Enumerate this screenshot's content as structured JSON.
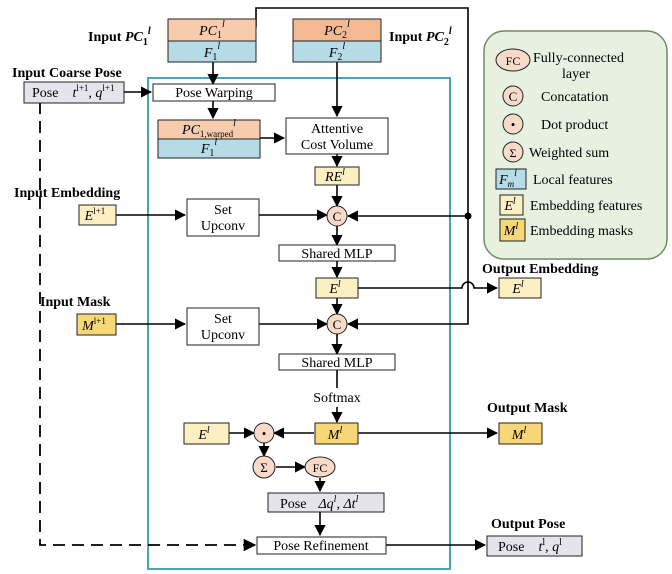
{
  "inputs": {
    "pc1": {
      "label_text": "Input ",
      "label_sym": "PC",
      "label_sub": "1",
      "label_sup": "l",
      "box_top_sym": "PC",
      "box_top_sub": "1",
      "box_top_sup": "l",
      "box_bottom_sym": "F",
      "box_bottom_sub": "1",
      "box_bottom_sup": "l"
    },
    "pc2": {
      "label_text": "Input ",
      "label_sym": "PC",
      "label_sub": "2",
      "label_sup": "l",
      "box_top_sym": "PC",
      "box_top_sub": "2",
      "box_top_sup": "l",
      "box_bottom_sym": "F",
      "box_bottom_sub": "2",
      "box_bottom_sup": "l"
    },
    "coarse_pose": {
      "label": "Input Coarse Pose",
      "box_word": "Pose",
      "t": "t",
      "q": "q",
      "sup": "l+1"
    },
    "embedding": {
      "label": "Input Embedding",
      "sym": "E",
      "sup": "l+1"
    },
    "mask": {
      "label": "Input Mask",
      "sym": "M",
      "sup": "l+1"
    }
  },
  "blocks": {
    "pose_warping": "Pose Warping",
    "warped_sym": "PC",
    "warped_sub": "1,warped",
    "warped_sup": "l",
    "warped_f_sym": "F",
    "warped_f_sub": "1",
    "warped_f_sup": "l",
    "cost_volume_line1": "Attentive",
    "cost_volume_line2": "Cost Volume",
    "re_sym": "RE",
    "re_sup": "l",
    "set_upconv_line1": "Set",
    "set_upconv_line2": "Upconv",
    "shared_mlp": "Shared MLP",
    "e_sym": "E",
    "e_sup": "l",
    "softmax": "Softmax",
    "m_sym": "M",
    "m_sup": "l",
    "pose_delta_word": "Pose",
    "pose_delta_q": "Δq",
    "pose_delta_t": "Δt",
    "pose_delta_sup": "l",
    "pose_refinement": "Pose Refinement",
    "concat_glyph": "C",
    "dot_glyph": "•",
    "sum_glyph": "Σ",
    "fc_glyph": "FC"
  },
  "outputs": {
    "embedding": {
      "label": "Output Embedding",
      "sym": "E",
      "sup": "l"
    },
    "mask": {
      "label": "Output Mask",
      "sym": "M",
      "sup": "l"
    },
    "pose": {
      "label": "Output Pose",
      "box_word": "Pose",
      "t": "t",
      "q": "q",
      "sup": "l"
    }
  },
  "legend": {
    "fc_glyph": "FC",
    "fc_line1": "Fully-connected",
    "fc_line2": "layer",
    "concat_glyph": "C",
    "concat": "Concatation",
    "dot": "Dot product",
    "sum_glyph": "Σ",
    "sum": "Weighted sum",
    "local_sym": "F",
    "local_sub": "m",
    "local_sup": "l",
    "local": "Local features",
    "emb_sym": "E",
    "emb_sup": "l",
    "emb": "Embedding features",
    "mask_sym": "M",
    "mask_sup": "l",
    "mask": "Embedding masks"
  },
  "colors": {
    "peach": "#F7CCAE",
    "peach_dark": "#F3B993",
    "blue_box": "#B5DCE6",
    "yellow": "#FCEFC2",
    "gold": "#F8D876",
    "gray": "#E5E4EC",
    "op_fill": "#F8DAC8",
    "legend_fill": "#E6F1E0",
    "legend_stroke": "#6E8C63",
    "frame": "#4AA5B5"
  }
}
